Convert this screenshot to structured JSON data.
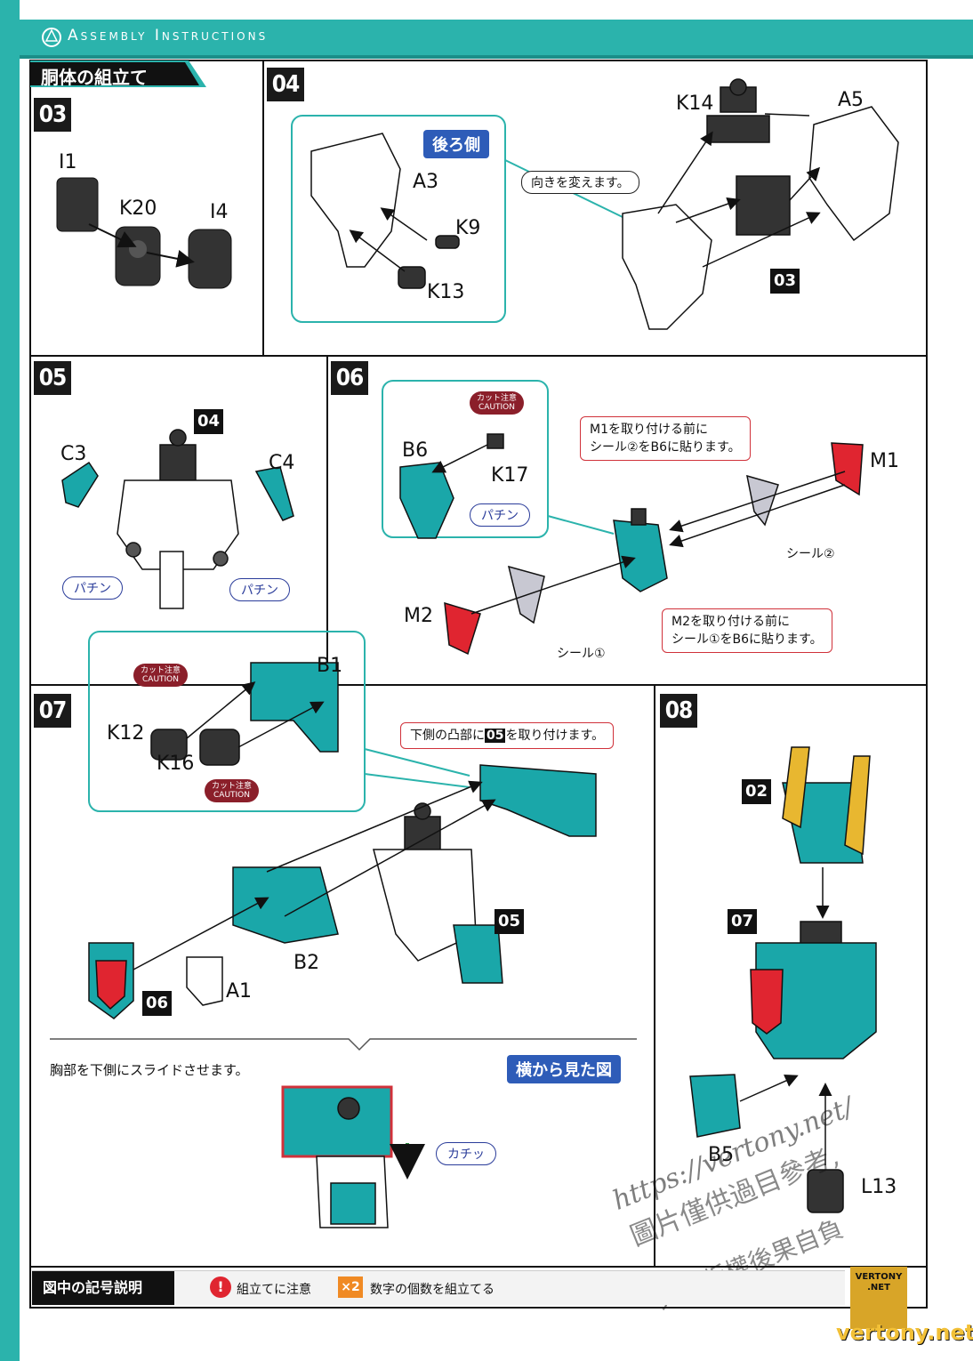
{
  "header": {
    "title": "Assembly Instructions",
    "section": "胴体の組立て"
  },
  "colors": {
    "teal": "#1aa7a9",
    "frame": "#2bb3ac",
    "dark": "#262626",
    "red": "#e02530",
    "blue": "#2e5cb8"
  },
  "steps": {
    "s03": {
      "num": "03",
      "parts": [
        "I1",
        "K20",
        "I4"
      ]
    },
    "s04": {
      "num": "04",
      "parts": [
        "A3",
        "K9",
        "K13",
        "K14",
        "A5",
        "03"
      ],
      "back_label": "後ろ側",
      "turn_note": "向きを変えます。"
    },
    "s05": {
      "num": "05",
      "parts": [
        "04",
        "C3",
        "C4"
      ],
      "snap1": "パチン",
      "snap2": "パチン"
    },
    "s06": {
      "num": "06",
      "parts": [
        "B6",
        "K17",
        "M1",
        "M2"
      ],
      "caution_jp": "カット注意",
      "caution_en": "CAUTION",
      "snap": "パチン",
      "note1a": "M1を取り付ける前に",
      "note1b": "シール②をB6に貼ります。",
      "note2a": "M2を取り付ける前に",
      "note2b": "シール①をB6に貼ります。",
      "seal2": "シール②",
      "seal1": "シール①"
    },
    "s07": {
      "num": "07",
      "parts": [
        "B1",
        "K12",
        "K16",
        "B2",
        "A1",
        "05",
        "06"
      ],
      "caution_jp": "カット注意",
      "caution_en": "CAUTION",
      "note": "下側の凸部に",
      "note_ref": "05",
      "note_end": "を取り付けます。",
      "slide": "胸部を下側にスライドさせます。",
      "side_view": "横から見た図",
      "click": "カチッ"
    },
    "s08": {
      "num": "08",
      "parts": [
        "02",
        "07",
        "B5",
        "L13"
      ]
    }
  },
  "legend": {
    "title": "図中の記号説明",
    "item1": "組立てに注意",
    "item2_badge": "2",
    "item2": "数字の個数を組立てる"
  },
  "watermark": {
    "line1": "https://vertony.net/",
    "line2": "圖片僅供過目參考,",
    "line3": "列印版權後果自負",
    "logo": "VERTONY .NET",
    "footer": "vertony.net"
  }
}
